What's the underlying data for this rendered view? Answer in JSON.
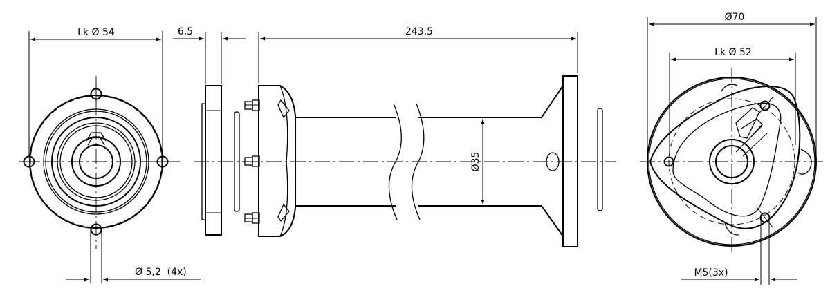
{
  "dimensions": {
    "left_bolt_circle": "Lk Ø 54",
    "flange_thickness": "6,5",
    "tube_length": "243,5",
    "tube_diameter": "Ø35",
    "hole_diameter": "Ø 5,2  (4x)",
    "outer_diameter": "Ø70",
    "right_bolt_circle": "Lk Ø 52",
    "thread": "M5(3x)"
  }
}
